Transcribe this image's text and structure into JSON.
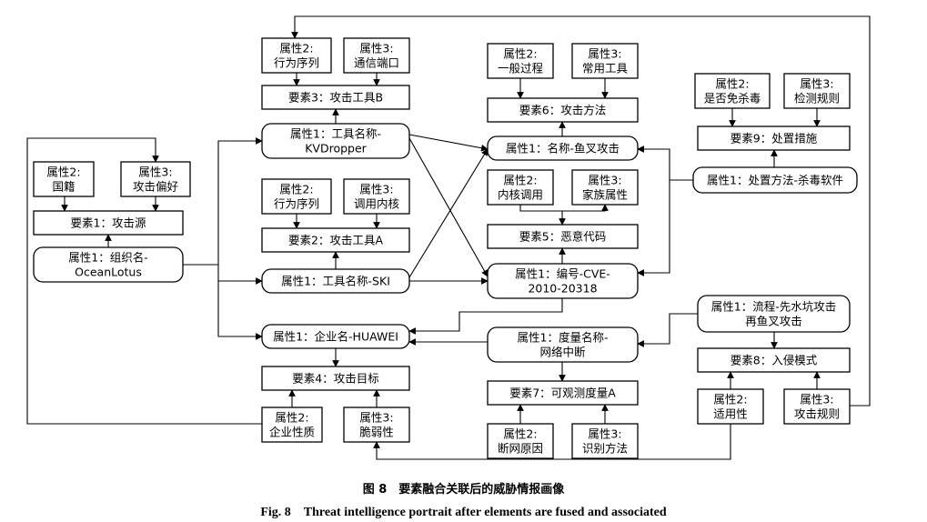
{
  "nodes": {
    "src_attr2": [
      "属性2:",
      "国籍"
    ],
    "src_attr3": [
      "属性3:",
      "攻击偏好"
    ],
    "src": [
      "要素1：攻击源"
    ],
    "src_attr1": [
      "属性1：组织名-",
      "OceanLotus"
    ],
    "toolB_attr2": [
      "属性2:",
      "行为序列"
    ],
    "toolB_attr3": [
      "属性3:",
      "通信端口"
    ],
    "toolB": [
      "要素3：攻击工具B"
    ],
    "toolB_attr1": [
      "属性1：工具名称-",
      "KVDropper"
    ],
    "toolA_attr2": [
      "属性2:",
      "行为序列"
    ],
    "toolA_attr3": [
      "属性3:",
      "调用内核"
    ],
    "toolA": [
      "要素2：攻击工具A"
    ],
    "toolA_attr1": [
      "属性1：工具名称-SKI"
    ],
    "target_attr1": [
      "属性1：企业名-HUAWEI"
    ],
    "target": [
      "要素4：攻击目标"
    ],
    "target_attr2": [
      "属性2:",
      "企业性质"
    ],
    "target_attr3": [
      "属性3:",
      "脆弱性"
    ],
    "method_attr2": [
      "属性2:",
      "一般过程"
    ],
    "method_attr3": [
      "属性3:",
      "常用工具"
    ],
    "method": [
      "要素6：攻击方法"
    ],
    "method_attr1": [
      "属性1：名称-鱼叉攻击"
    ],
    "malware_attr2": [
      "属性2:",
      "内核调用"
    ],
    "malware_attr3": [
      "属性3:",
      "家族属性"
    ],
    "malware": [
      "要素5：恶意代码"
    ],
    "malware_attr1": [
      "属性1：编号-CVE-",
      "2010-20318"
    ],
    "obs_attr1": [
      "属性1：度量名称-",
      "网络中断"
    ],
    "obs": [
      "要素7：可观测度量A"
    ],
    "obs_attr2": [
      "属性2:",
      "断网原因"
    ],
    "obs_attr3": [
      "属性3:",
      "识别方法"
    ],
    "act_attr2": [
      "属性2:",
      "是否免杀毒"
    ],
    "act_attr3": [
      "属性3:",
      "检测规则"
    ],
    "act": [
      "要素9：处置措施"
    ],
    "act_attr1": [
      "属性1：处置方法-杀毒软件"
    ],
    "mode_attr1": [
      "属性1：流程-先水坑攻击",
      "再鱼叉攻击"
    ],
    "mode": [
      "要素8：入侵模式"
    ],
    "mode_attr2": [
      "属性2:",
      "适用性"
    ],
    "mode_attr3": [
      "属性3:",
      "攻击规则"
    ]
  },
  "caption": {
    "zh": "图 8　要素融合关联后的威胁情报画像",
    "en": "Fig. 8　Threat intelligence portrait after elements are fused and associated"
  }
}
